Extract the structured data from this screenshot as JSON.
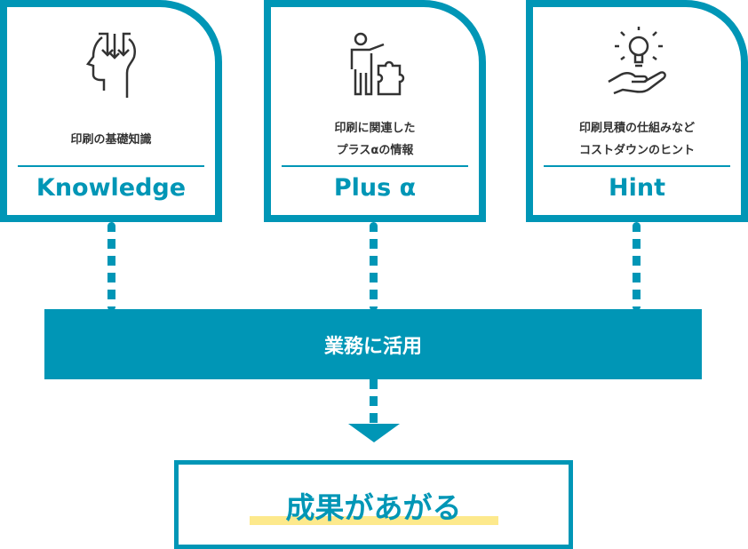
{
  "cards": [
    {
      "icon": "head-arrows-icon",
      "description": "印刷の基礎知識",
      "title": "Knowledge"
    },
    {
      "icon": "person-puzzle-icon",
      "description": "印刷に関連した\nプラスαの情報",
      "title": "Plus α"
    },
    {
      "icon": "hand-lightbulb-icon",
      "description": "印刷見積の仕組みなど\nコストダウンのヒント",
      "title": "Hint"
    }
  ],
  "bar_label": "業務に活用",
  "result_label": "成果があがる",
  "colors": {
    "accent": "#0096b6",
    "highlight": "#fde98c",
    "text": "#333333"
  }
}
